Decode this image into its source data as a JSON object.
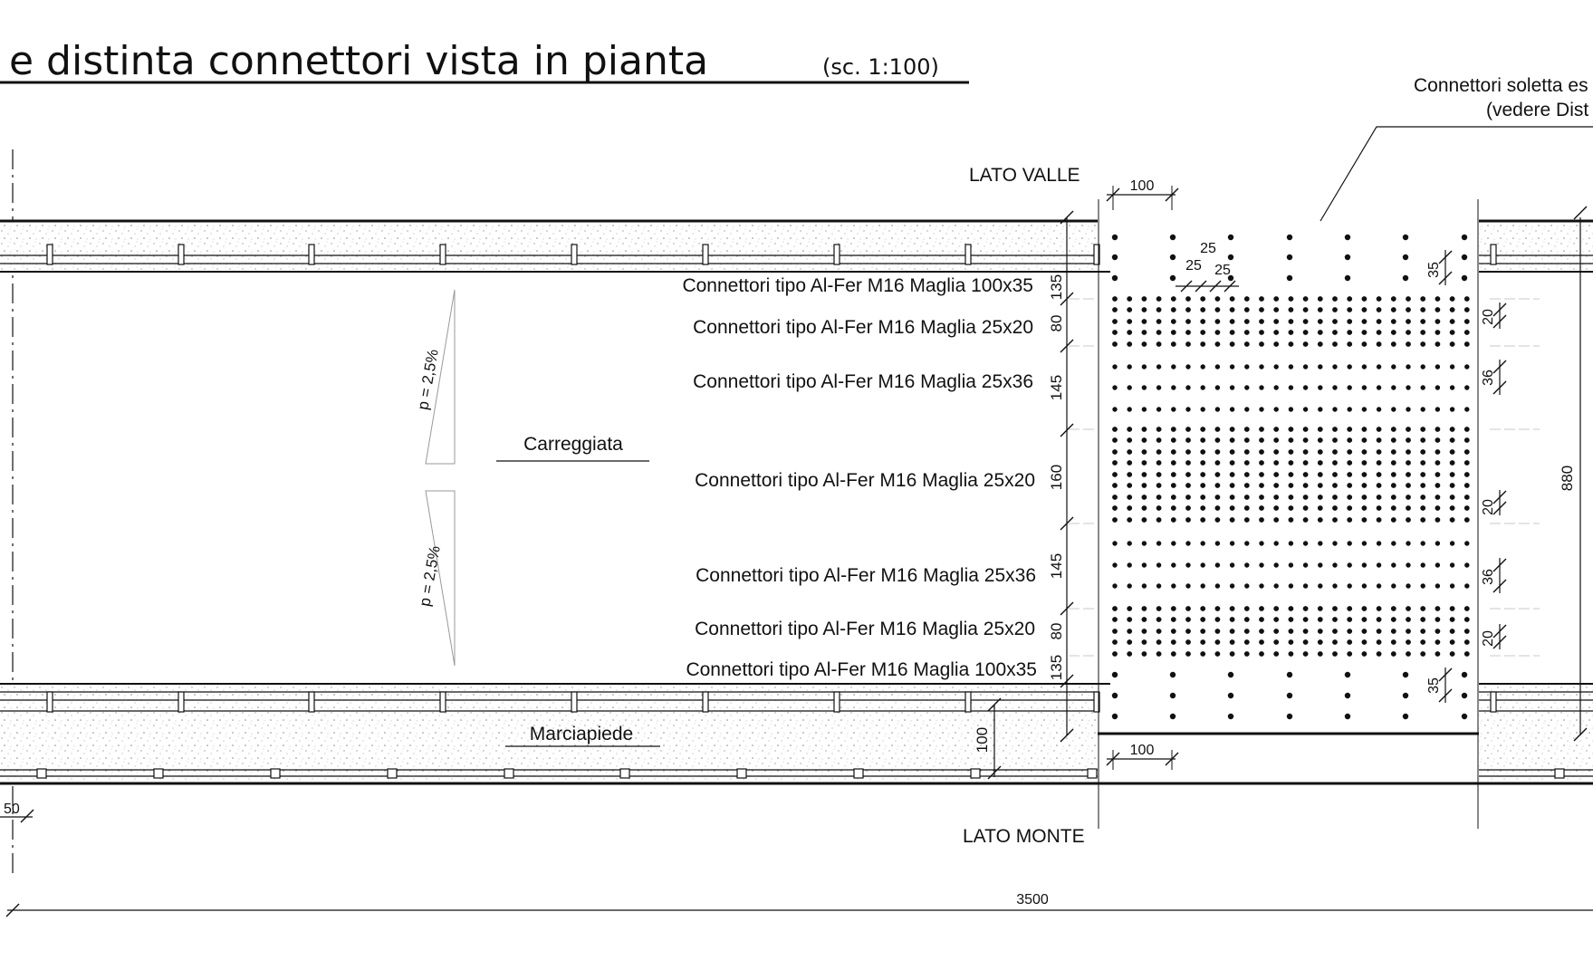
{
  "title": "e distinta connettori vista in pianta",
  "scale": "(sc. 1:100)",
  "callout": {
    "line1": "Connettori soletta es",
    "line2": "(vedere Dist"
  },
  "sides": {
    "valle": "LATO VALLE",
    "monte": "LATO MONTE"
  },
  "zones": {
    "carriageway": "Carreggiata",
    "sidewalk": "Marciapiede"
  },
  "slopes": [
    "p = 2,5%",
    "p = 2,5%"
  ],
  "connector_rows": [
    {
      "label": "Connettori tipo Al-Fer M16 Maglia 100x35",
      "dim": "135"
    },
    {
      "label": "Connettori tipo Al-Fer M16 Maglia 25x20",
      "dim": "80"
    },
    {
      "label": "Connettori tipo Al-Fer M16 Maglia 25x36",
      "dim": "145"
    },
    {
      "label": "Connettori tipo Al-Fer M16 Maglia 25x20",
      "dim": "160"
    },
    {
      "label": "Connettori tipo Al-Fer M16 Maglia 25x36",
      "dim": "145"
    },
    {
      "label": "Connettori tipo Al-Fer M16 Maglia 25x20",
      "dim": "80"
    },
    {
      "label": "Connettori tipo Al-Fer M16 Maglia 100x35",
      "dim": "135"
    }
  ],
  "dims": {
    "top_spacing": "100",
    "bottom_spacing": "100",
    "sidewalk_width": "100",
    "total_width": "880",
    "total_length": "3500",
    "left_offset": "50",
    "grid_a": "25",
    "grid_b": "25",
    "grid_c": "25",
    "pitch_35_top": "35",
    "pitch_35_bottom": "35",
    "pitch_20_1": "20",
    "pitch_36_1": "36",
    "pitch_20_2": "20",
    "pitch_36_2": "36",
    "pitch_20_3": "20"
  }
}
